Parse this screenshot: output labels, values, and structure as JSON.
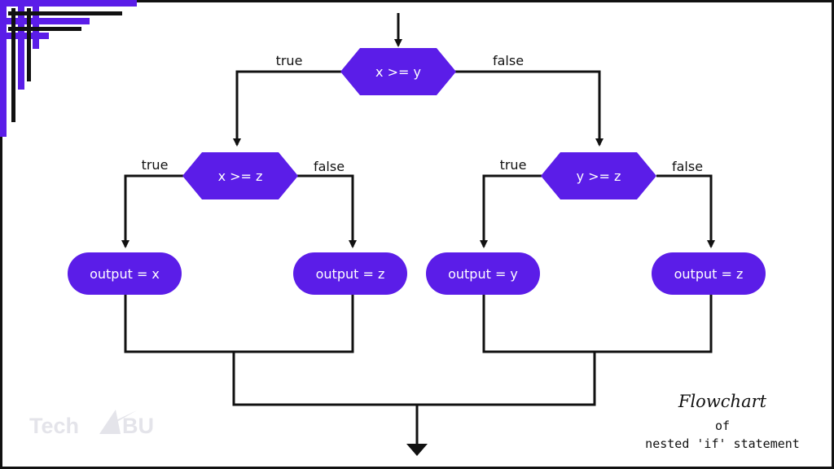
{
  "colors": {
    "accent": "#5b1de8",
    "line": "#111111",
    "border": "#111111",
    "watermark": "#e4e4ea"
  },
  "decisions": {
    "root": "x >= y",
    "left": "x >= z",
    "right": "y >= z"
  },
  "branch_labels": {
    "root_true": "true",
    "root_false": "false",
    "left_true": "true",
    "left_false": "false",
    "right_true": "true",
    "right_false": "false"
  },
  "outputs": [
    "output = x",
    "output = z",
    "output = y",
    "output = z"
  ],
  "watermark": {
    "left": "Tech",
    "right": "BU"
  },
  "caption": {
    "line1": "Flowchart",
    "line2": "of",
    "line3": "nested 'if' statement"
  },
  "icons": {
    "logo": "corner-lines-logo",
    "watermark": "paper-plane-icon"
  }
}
